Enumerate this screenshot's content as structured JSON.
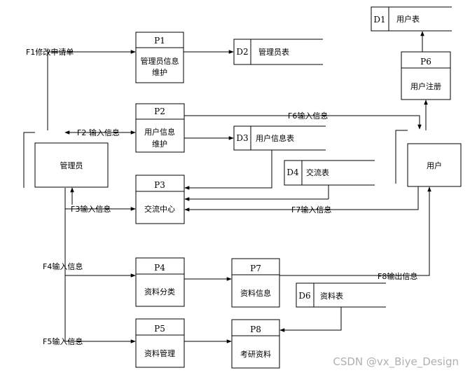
{
  "processes": {
    "p1": {
      "id": "P1",
      "line1": "管理员信息",
      "line2": "维护"
    },
    "p2": {
      "id": "P2",
      "line1": "用户信息",
      "line2": "维护"
    },
    "p3": {
      "id": "P3",
      "line1": "交流中心"
    },
    "p4": {
      "id": "P4",
      "line1": "资料分类"
    },
    "p5": {
      "id": "P5",
      "line1": "资料管理"
    },
    "p6": {
      "id": "P6",
      "line1": "用户注册"
    },
    "p7": {
      "id": "P7",
      "line1": "资料信息"
    },
    "p8": {
      "id": "P8",
      "line1": "考研资料"
    }
  },
  "stores": {
    "d1": {
      "id": "D1",
      "name": "用户表"
    },
    "d2": {
      "id": "D2",
      "name": "管理员表"
    },
    "d3": {
      "id": "D3",
      "name": "用户信息表"
    },
    "d4": {
      "id": "D4",
      "name": "交流表"
    },
    "d6": {
      "id": "D6",
      "name": "资料表"
    }
  },
  "entities": {
    "admin": "管理员",
    "user": "用户"
  },
  "flows": {
    "f1": "F1修改申请单",
    "f2": "F2 输入信息",
    "f3": "F3输入信息",
    "f4": "F4输入信息",
    "f5": "F5输入信息",
    "f6": "F6输入信息",
    "f7": "F7输入信息",
    "f8": "F8输出信息"
  },
  "watermark": "CSDN @vx_Biye_Design"
}
